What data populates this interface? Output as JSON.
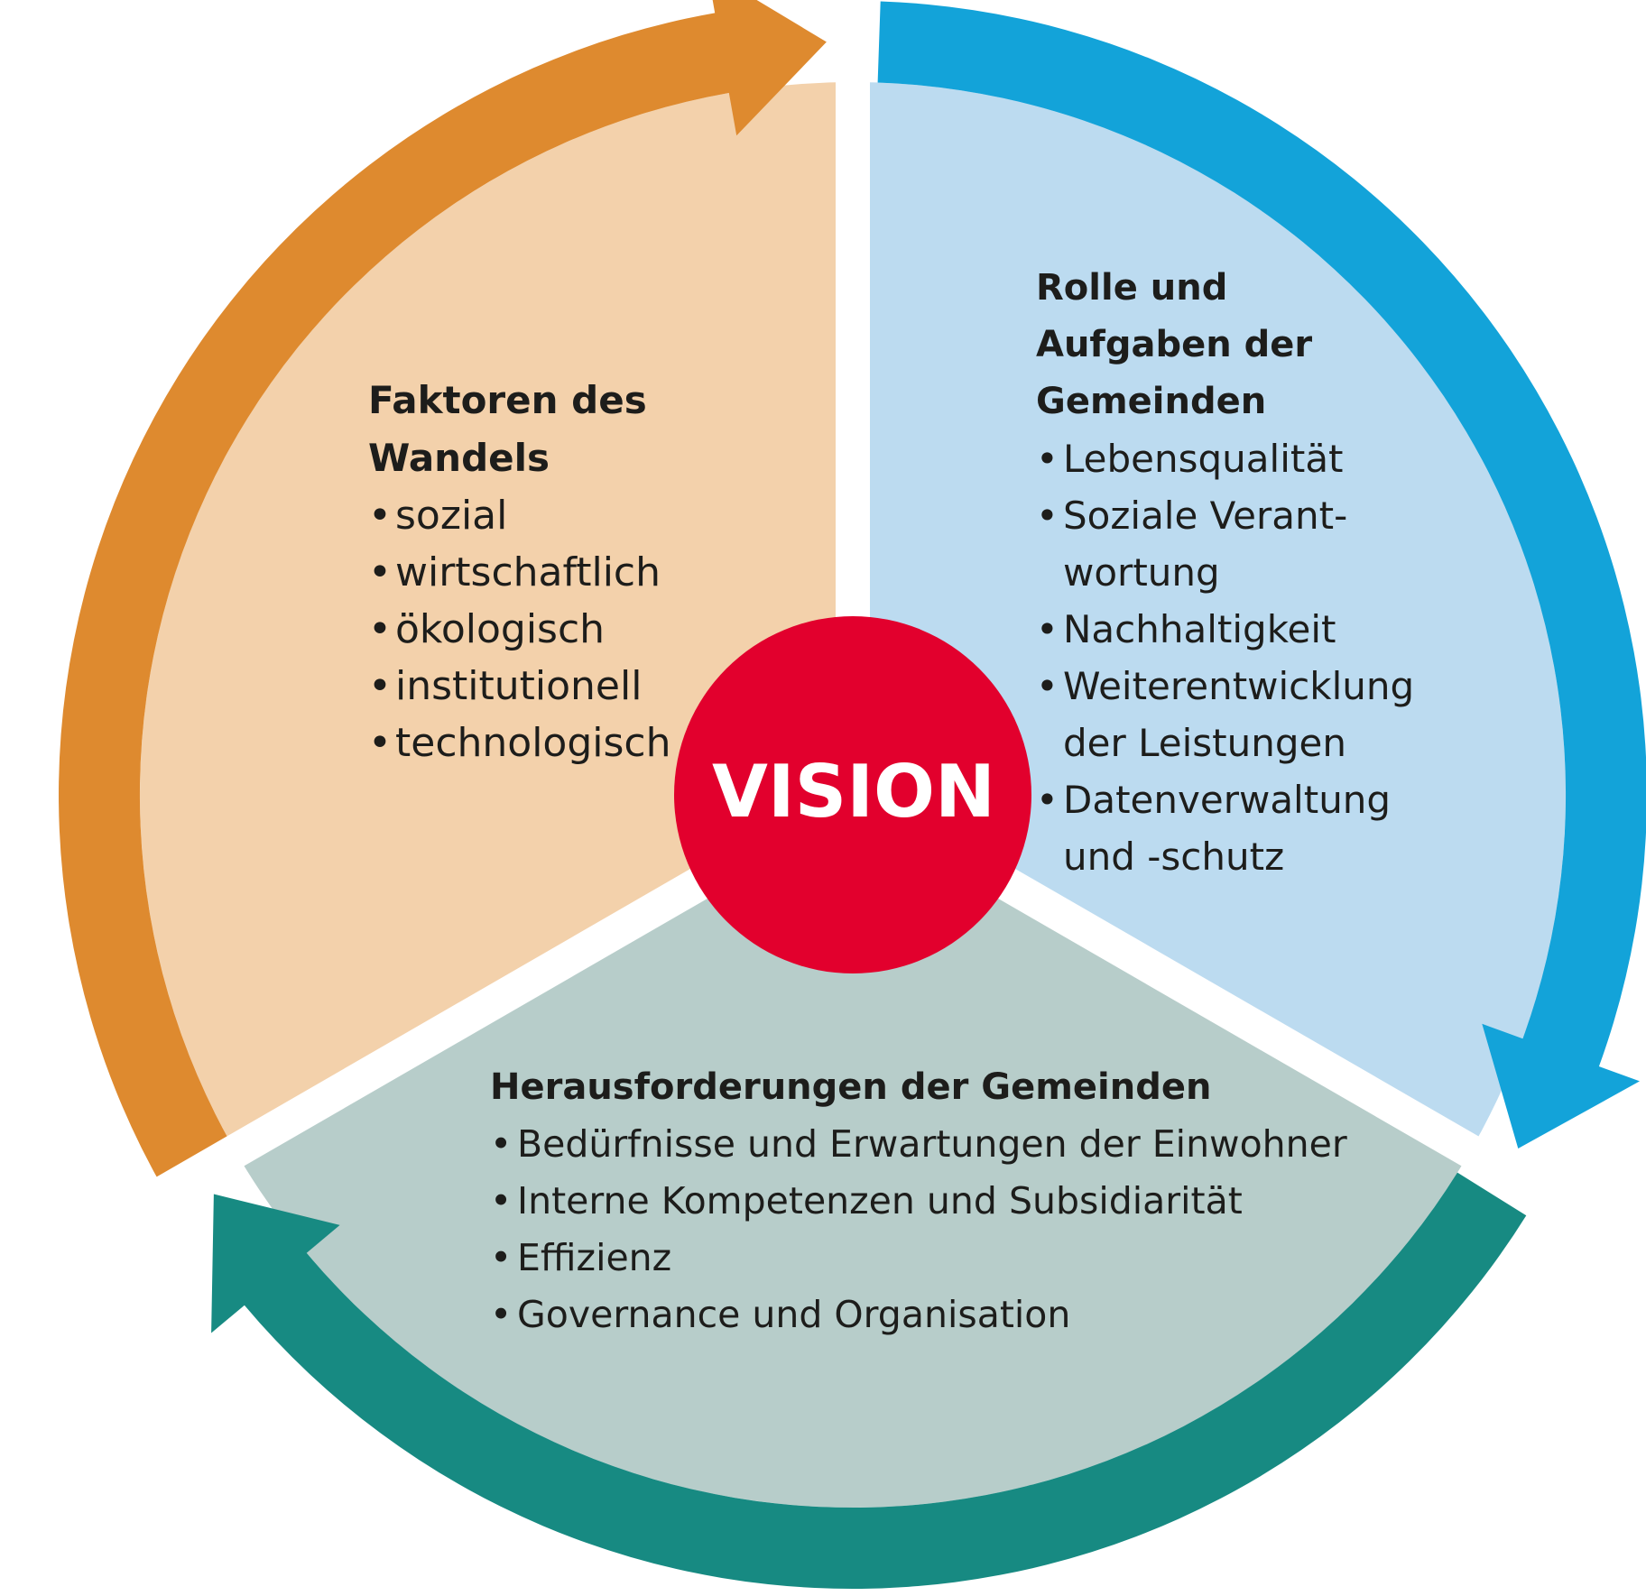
{
  "colors": {
    "orange_arrow": "#de8a2f",
    "orange_fill": "#f3d1ab",
    "blue_arrow": "#13a3d9",
    "blue_fill": "#bcdbf0",
    "teal_arrow": "#178a82",
    "teal_fill": "#b7cdca",
    "center": "#e2002d",
    "text": "#1d1d1b"
  },
  "center": {
    "label": "VISION"
  },
  "sectors": {
    "left": {
      "title_lines": [
        "Faktoren des",
        "Wandels"
      ],
      "items": [
        "sozial",
        "wirtschaftlich",
        "ökologisch",
        "institutionell",
        "technologisch"
      ]
    },
    "right": {
      "title_lines": [
        "Rolle und",
        "Aufgaben der",
        "Gemeinden"
      ],
      "items": [
        "Lebensqualität",
        "Soziale Verant-",
        "wortung",
        "Nachhaltigkeit",
        "Weiterentwicklung",
        "der Leistungen",
        "Datenverwaltung",
        "und -schutz"
      ]
    },
    "bottom": {
      "title_lines": [
        "Herausforderungen der Gemeinden"
      ],
      "items": [
        "Bedürfnisse und Erwartungen der Einwohner",
        "Interne Kompetenzen und Subsidiarität",
        "Effizienz",
        "Governance und Organisation"
      ]
    }
  }
}
